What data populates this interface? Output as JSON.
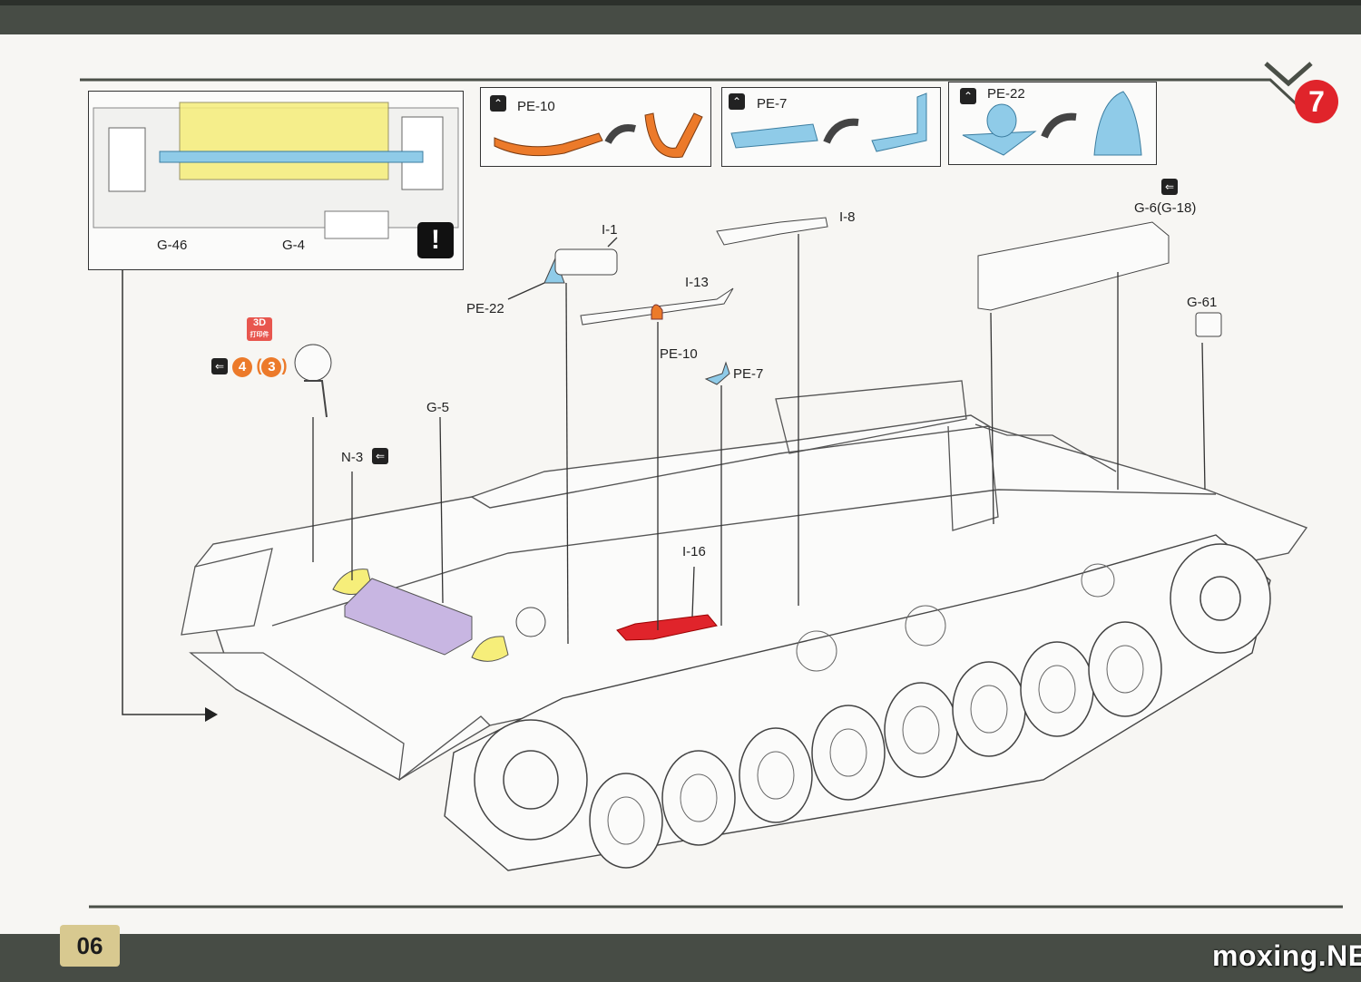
{
  "page": {
    "number": "06",
    "step": "7",
    "watermark": "moxing.NET"
  },
  "pe_panels": [
    {
      "icon": "bend-part-icon",
      "label": "PE-10"
    },
    {
      "icon": "bend-part-icon",
      "label": "PE-7"
    },
    {
      "icon": "bend-part-icon",
      "label": "PE-22"
    }
  ],
  "detail": {
    "labels": {
      "g46": "G-46",
      "g4": "G-4"
    },
    "warning_glyph": "!"
  },
  "parts": {
    "i1": "I-1",
    "pe22": "PE-22",
    "i8": "I-8",
    "i13": "I-13",
    "pe10": "PE-10",
    "pe7": "PE-7",
    "g6": "G-6(G-18)",
    "g61": "G-61",
    "g5": "G-5",
    "n3": "N-3",
    "i16": "I-16"
  },
  "print3d": {
    "badge": "3D",
    "badge_sub": "打印件",
    "num_a": "4",
    "num_b": "3",
    "bracket_open": "(",
    "bracket_close": ")"
  },
  "colors": {
    "photo_etch_orange": "#ec7a2a",
    "clear_blue": "#8fcbe8",
    "highlight_yellow": "#f6ee7a",
    "track_purple": "#c8b6e2",
    "part_red": "#e0242b",
    "step_red": "#e0242b"
  }
}
